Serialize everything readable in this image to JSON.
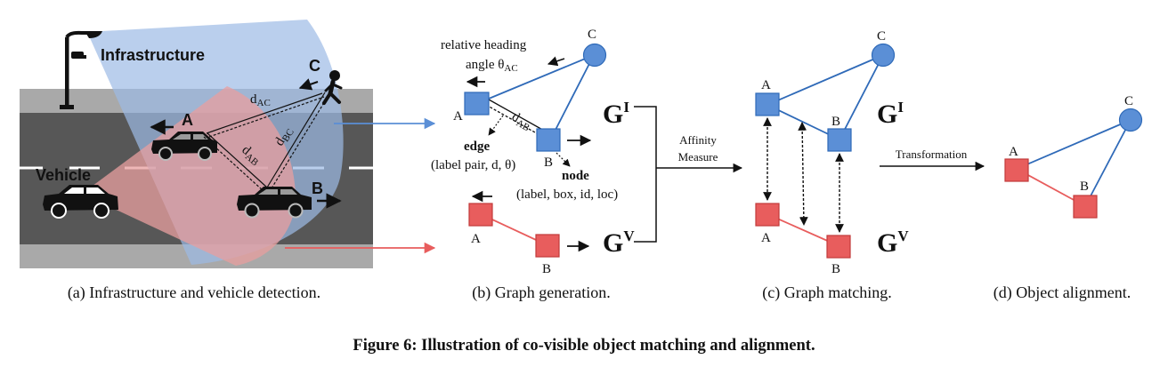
{
  "panel_a": {
    "infrastructure_label": "Infrastructure",
    "vehicle_label": "Vehicle",
    "objects": {
      "a": "A",
      "b": "B",
      "c": "C"
    },
    "distances": {
      "ac": "d",
      "ac_sub": "AC",
      "ab": "d",
      "ab_sub": "AB",
      "bc": "d",
      "bc_sub": "BC"
    },
    "caption": "(a) Infrastructure and vehicle detection."
  },
  "panel_b": {
    "heading_line1": "relative heading",
    "heading_line2": "angle θ",
    "heading_sub": "AC",
    "node_labels": {
      "a": "A",
      "b": "B",
      "c": "C"
    },
    "dist_ab": "d",
    "dist_ab_sub": "AB",
    "edge_title": "edge",
    "edge_desc": "(label pair, d, θ)",
    "node_title": "node",
    "node_desc": "(label, box, id, loc)",
    "graph_infra": "G",
    "graph_infra_sup": "I",
    "graph_vehicle": "G",
    "graph_vehicle_sup": "V",
    "caption": "(b) Graph generation."
  },
  "affinity": {
    "line1": "Affinity",
    "line2": "Measure"
  },
  "panel_c": {
    "node_labels": {
      "a": "A",
      "b": "B",
      "c": "C"
    },
    "graph_infra": "G",
    "graph_infra_sup": "I",
    "graph_vehicle": "G",
    "graph_vehicle_sup": "V",
    "caption": "(c) Graph matching."
  },
  "transformation_label": "Transformation",
  "panel_d": {
    "node_labels": {
      "a": "A",
      "b": "B",
      "c": "C"
    },
    "caption": "(d) Object alignment."
  },
  "figure_caption": "Figure 6: Illustration of co-visible object matching and alignment.",
  "colors": {
    "infra_blue": "#5b8fd6",
    "infra_stroke": "#2f6ab8",
    "vehicle_red": "#e85d5d",
    "vehicle_stroke": "#c23b3b",
    "road": "#575757",
    "shoulder": "#a9a9a9"
  }
}
